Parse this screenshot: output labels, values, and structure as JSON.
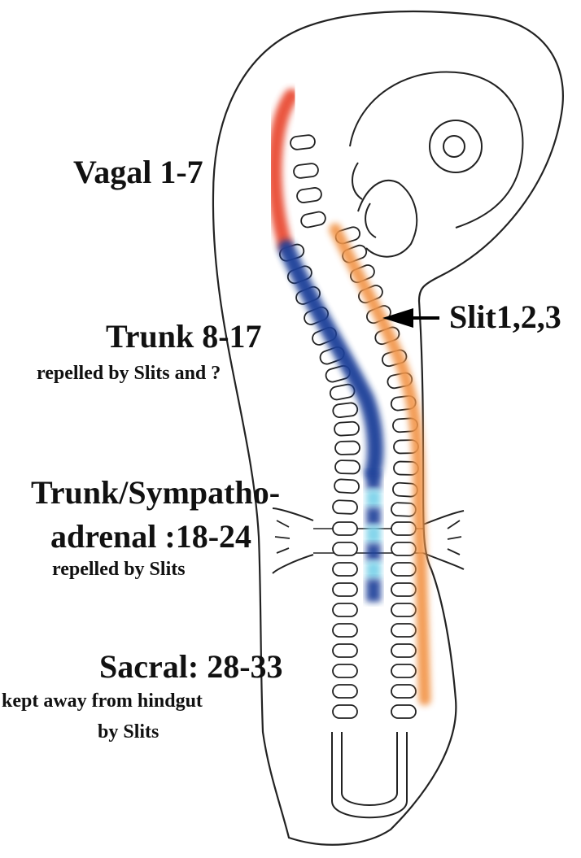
{
  "labels": {
    "vagal": "Vagal 1-7",
    "trunk": "Trunk 8-17",
    "trunk_note": "repelled by Slits and ?",
    "sympatho_1": "Trunk/Sympatho-",
    "sympatho_2": "adrenal :18-24",
    "sympatho_note": "repelled by Slits",
    "sacral": "Sacral: 28-33",
    "sacral_note_1": "kept away from hindgut",
    "sacral_note_2": "by Slits",
    "slit": "Slit1,2,3"
  },
  "colors": {
    "vagal": "#e8472f",
    "trunk": "#1f3f99",
    "sympathoadrenal": "#7fd3ea",
    "sacral": "#3d9a3a",
    "slit": "#f2954a",
    "outline": "#222222"
  }
}
